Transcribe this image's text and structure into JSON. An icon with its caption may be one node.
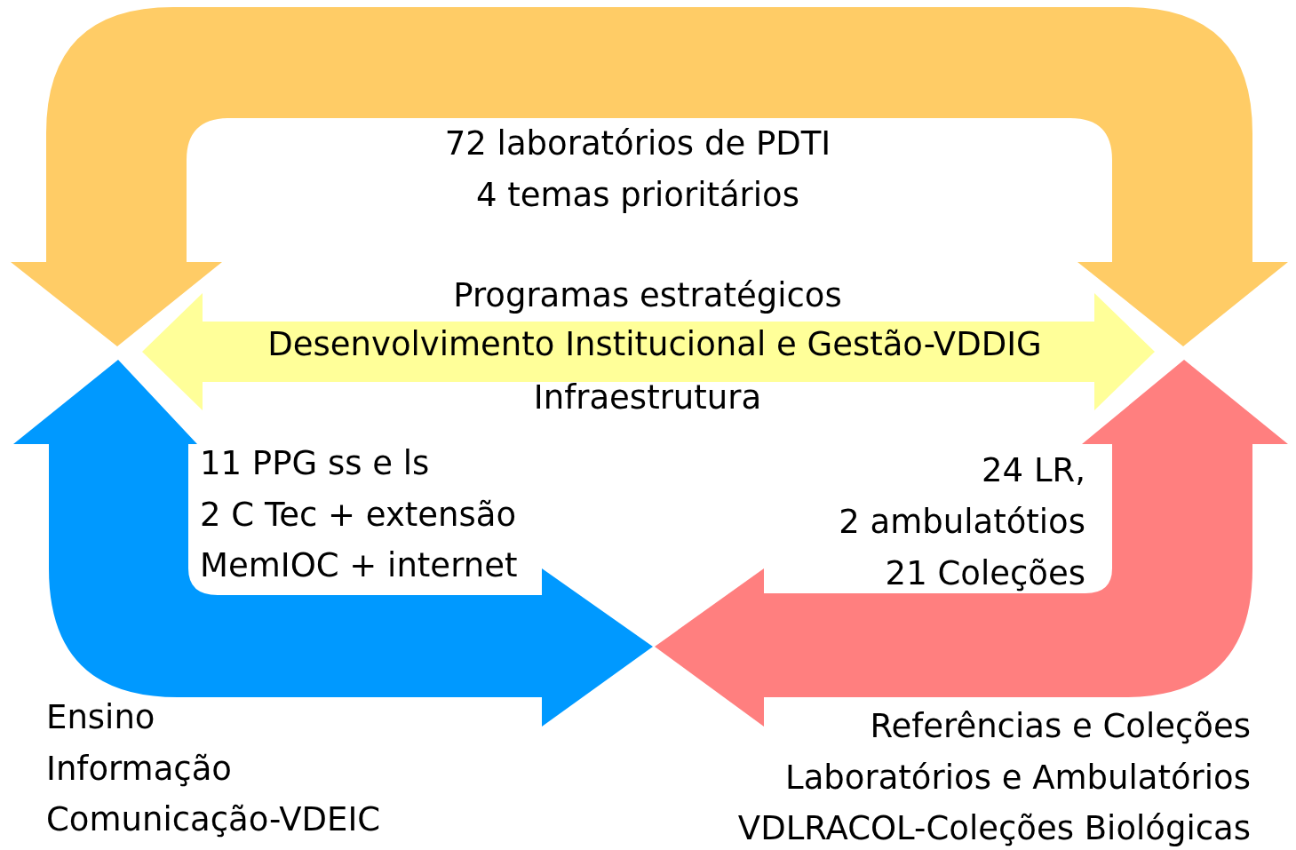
{
  "diagram": {
    "nodes": [
      {
        "text": [],
        "shape": "arrow",
        "beside": [
          "72 laboratórios de PDTI",
          "4 temas prioritários"
        ]
      },
      {
        "text": [
          "Desenvolvimento Institucional e Gestão-VDDIG"
        ],
        "beside": [
          "Programas estratégicos",
          "Infraestrutura"
        ]
      },
      {
        "text": [],
        "shape": "arrow",
        "beside": [
          "11 PPG ss e ls",
          "2 C Tec + extensão",
          "MemIOC + internet",
          "Ensino",
          "Informação",
          "Comunicação-VDEIC"
        ]
      },
      {
        "text": [],
        "shape": "arrow",
        "beside": [
          "24 LR,",
          "2 ambulatótios",
          "21 Coleções",
          "Referências e Coleções",
          "Laboratórios e Ambulatórios",
          "VDLRACOL-Coleções Biológicas"
        ]
      }
    ]
  }
}
